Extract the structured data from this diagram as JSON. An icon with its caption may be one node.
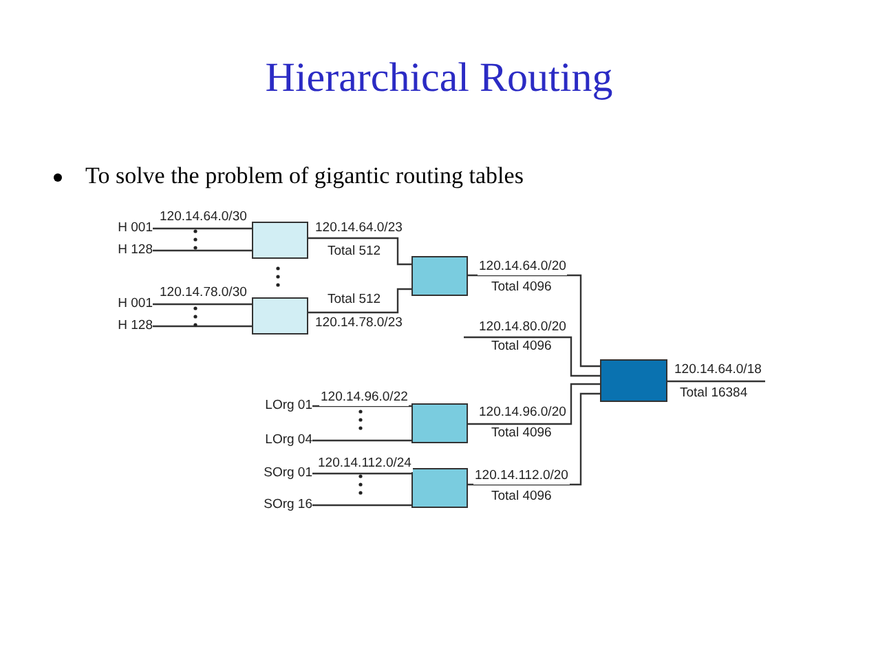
{
  "diagram": {
    "title": "Hierarchical Routing",
    "nodes": [
      {
        "text": [
          "H 001"
        ]
      },
      {
        "text": [
          "H 128"
        ]
      },
      {
        "text": [],
        "shape": "box"
      },
      {
        "text": [
          "H 001"
        ]
      },
      {
        "text": [
          "H 128"
        ]
      },
      {
        "text": [],
        "shape": "box"
      },
      {
        "text": [],
        "shape": "box"
      },
      {
        "text": [],
        "shape": "box"
      },
      {
        "text": [
          "LOrg 01"
        ]
      },
      {
        "text": [
          "LOrg 04"
        ]
      },
      {
        "text": [],
        "shape": "box"
      },
      {
        "text": [
          "SOrg 01"
        ]
      },
      {
        "text": [
          "SOrg 16"
        ]
      },
      {
        "text": [],
        "shape": "box"
      }
    ],
    "edges": [
      {
        "from": 0,
        "to": 2,
        "arrow": "none",
        "label": "120.14.64.0/30"
      },
      {
        "from": 1,
        "to": 2,
        "arrow": "none"
      },
      {
        "from": 3,
        "to": 5,
        "arrow": "none",
        "label": "120.14.78.0/30"
      },
      {
        "from": 4,
        "to": 5,
        "arrow": "none"
      },
      {
        "from": 2,
        "to": 6,
        "arrow": "none",
        "label": "120.14.64.0/23"
      },
      {
        "from": 5,
        "to": 6,
        "arrow": "none",
        "label": "120.14.78.0/23"
      },
      {
        "from": 6,
        "to": 7,
        "arrow": "none",
        "label": "120.14.64.0/20"
      },
      {
        "from": null,
        "to": 7,
        "arrow": "none",
        "label": "120.14.80.0/20"
      },
      {
        "from": 8,
        "to": 10,
        "arrow": "none",
        "label": "120.14.96.0/22"
      },
      {
        "from": 9,
        "to": 10,
        "arrow": "none"
      },
      {
        "from": 11,
        "to": 13,
        "arrow": "none",
        "label": "120.14.112.0/24"
      },
      {
        "from": 12,
        "to": 13,
        "arrow": "none"
      },
      {
        "from": 10,
        "to": 7,
        "arrow": "none",
        "label": "120.14.96.0/20"
      },
      {
        "from": 13,
        "to": 7,
        "arrow": "none",
        "label": "120.14.112.0/20"
      },
      {
        "from": 7,
        "to": null,
        "arrow": "none",
        "label": "120.14.64.0/18"
      }
    ],
    "labels": [
      "To solve the problem of gigantic routing tables",
      "Total 512",
      "Total 512",
      "Total 4096",
      "Total 4096",
      "Total 16384",
      "Total 4096",
      "Total 4096"
    ]
  }
}
